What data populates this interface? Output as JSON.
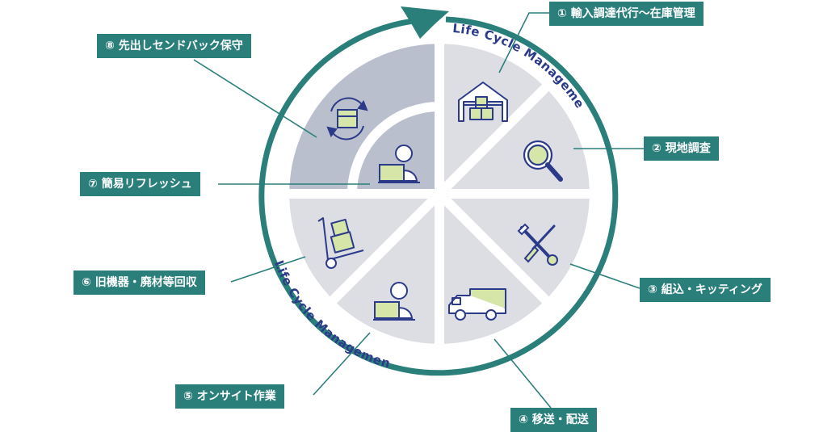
{
  "cycle": {
    "title_top": "Life Cycle Management",
    "title_bottom": "Life Cycle Management"
  },
  "steps": [
    {
      "label": "① 輸入調達代行〜在庫管理",
      "icon": "warehouse-icon"
    },
    {
      "label": "② 現地調査",
      "icon": "magnifier-icon"
    },
    {
      "label": "③ 組込・キッティング",
      "icon": "tools-icon"
    },
    {
      "label": "④ 移送・配送",
      "icon": "truck-icon"
    },
    {
      "label": "⑤ オンサイト作業",
      "icon": "worker-laptop-icon"
    },
    {
      "label": "⑥ 旧機器・廃材等回収",
      "icon": "hand-truck-icon"
    },
    {
      "label": "⑦ 簡易リフレッシュ",
      "icon": "worker-laptop-icon"
    },
    {
      "label": "⑧ 先出しセンドバック保守",
      "icon": "box-cycle-icon"
    }
  ],
  "colors": {
    "accent": "#2a7f7b",
    "sector_light": "#dcdee4",
    "sector_dark": "#b9bfcc",
    "title": "#2c3a8a",
    "icon_fill": "#d6e5a8",
    "icon_stroke": "#2c3a8a"
  }
}
